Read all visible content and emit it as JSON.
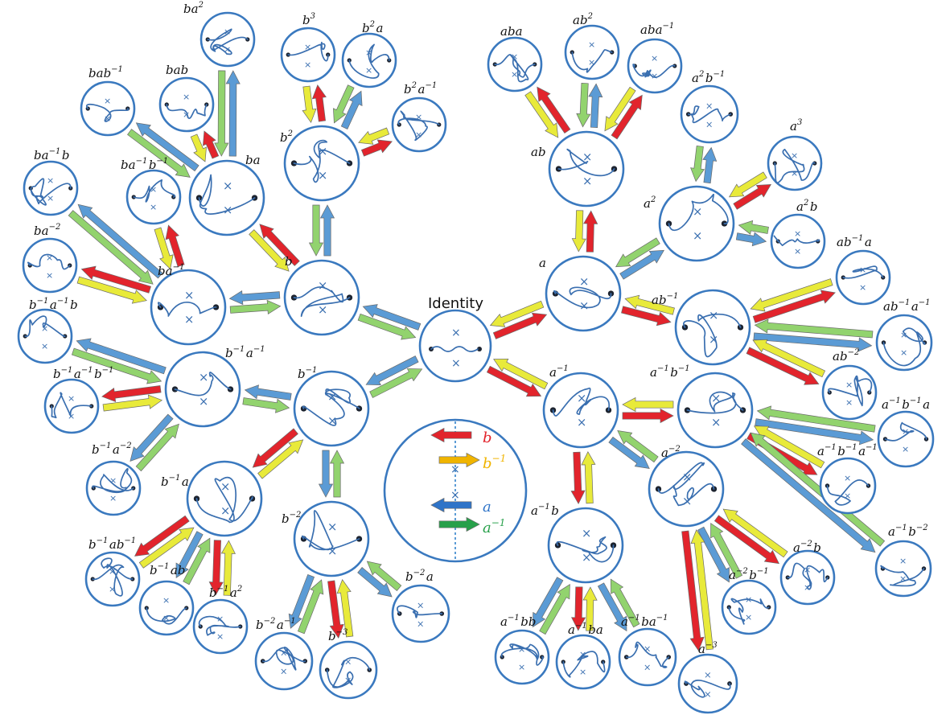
{
  "colors": {
    "circle": "#3a79bf",
    "path": "#3a6fb0",
    "red": "#e2242c",
    "yellow": "#e8ea3a",
    "blue": "#5b9bd5",
    "green": "#92d36e",
    "key_yellow": "#f0b400",
    "key_blue": "#2f74c8",
    "key_green": "#27a04a",
    "key_axis": "#5b9bd5"
  },
  "identity_label": "Identity",
  "legend": [
    {
      "label": "b",
      "sup": "",
      "color": "#e2242c"
    },
    {
      "label": "b",
      "sup": "−1",
      "color": "#f0b400"
    },
    {
      "label": "a",
      "sup": "",
      "color": "#2f74c8"
    },
    {
      "label": "a",
      "sup": "−1",
      "color": "#27a04a"
    }
  ],
  "nodes": [
    {
      "id": "identity",
      "label": "",
      "type": "identity"
    },
    {
      "id": "a",
      "label": "a",
      "type": "big"
    },
    {
      "id": "b",
      "label": "b",
      "type": "big"
    },
    {
      "id": "a_inv",
      "label": "a^{−1}",
      "type": "big"
    },
    {
      "id": "b_inv",
      "label": "b^{−1}",
      "type": "big"
    },
    {
      "id": "ab",
      "label": "ab",
      "type": "big"
    },
    {
      "id": "a2",
      "label": "a^{2}",
      "type": "big"
    },
    {
      "id": "ab_inv",
      "label": "ab^{−1}",
      "type": "big"
    },
    {
      "id": "b2",
      "label": "b^{2}",
      "type": "big"
    },
    {
      "id": "ba",
      "label": "ba",
      "type": "big"
    },
    {
      "id": "ba_inv",
      "label": "ba^{−1}",
      "type": "big"
    },
    {
      "id": "a_inv_b_inv",
      "label": "a^{−1}b^{−1}",
      "type": "big"
    },
    {
      "id": "a_inv2",
      "label": "a^{−2}",
      "type": "big"
    },
    {
      "id": "a_inv_b",
      "label": "a^{−1}b",
      "type": "big"
    },
    {
      "id": "b_inv_a_inv",
      "label": "b^{−1}a^{−1}",
      "type": "big"
    },
    {
      "id": "b_inv_a",
      "label": "b^{−1}a",
      "type": "big"
    },
    {
      "id": "b_inv2",
      "label": "b^{−2}",
      "type": "big"
    },
    {
      "id": "aba",
      "label": "aba",
      "type": "small"
    },
    {
      "id": "ab2",
      "label": "ab^{2}",
      "type": "small"
    },
    {
      "id": "aba_inv",
      "label": "aba^{−1}",
      "type": "small"
    },
    {
      "id": "a2b_inv",
      "label": "a^{2}b^{−1}",
      "type": "small"
    },
    {
      "id": "a3",
      "label": "a^{3}",
      "type": "small"
    },
    {
      "id": "a2b",
      "label": "a^{2}b",
      "type": "small"
    },
    {
      "id": "ab_inv_a",
      "label": "ab^{−1}a",
      "type": "small"
    },
    {
      "id": "ab_inv_a_inv",
      "label": "ab^{−1}a^{−1}",
      "type": "small"
    },
    {
      "id": "ab_inv2",
      "label": "ab^{−2}",
      "type": "small"
    },
    {
      "id": "a_inv_b_inv_a",
      "label": "a^{−1}b^{−1}a",
      "type": "small"
    },
    {
      "id": "a_inv_b_inv_a_inv",
      "label": "a^{−1}b^{−1}a^{−1}",
      "type": "small"
    },
    {
      "id": "a_inv_b_inv2",
      "label": "a^{−1}b^{−2}",
      "type": "small"
    },
    {
      "id": "a_inv2_b",
      "label": "a^{−2}b",
      "type": "small"
    },
    {
      "id": "a_inv2_b_inv",
      "label": "a^{−2}b^{−1}",
      "type": "small"
    },
    {
      "id": "a_inv3",
      "label": "a^{−3}",
      "type": "small"
    },
    {
      "id": "a_inv_ba_inv",
      "label": "a^{−1}ba^{−1}",
      "type": "small"
    },
    {
      "id": "a_inv_ba",
      "label": "a^{−1}ba",
      "type": "small"
    },
    {
      "id": "a_inv_bb",
      "label": "a^{−1}bb",
      "type": "small"
    },
    {
      "id": "b3",
      "label": "b^{3}",
      "type": "small"
    },
    {
      "id": "b2a",
      "label": "b^{2}a",
      "type": "small"
    },
    {
      "id": "b2a_inv",
      "label": "b^{2}a^{−1}",
      "type": "small"
    },
    {
      "id": "ba2",
      "label": "ba^{2}",
      "type": "small"
    },
    {
      "id": "bab",
      "label": "bab",
      "type": "small"
    },
    {
      "id": "bab_inv",
      "label": "bab^{−1}",
      "type": "small"
    },
    {
      "id": "ba_inv_b_inv",
      "label": "ba^{−1}b^{−1}",
      "type": "small"
    },
    {
      "id": "ba_inv_b",
      "label": "ba^{−1}b",
      "type": "small"
    },
    {
      "id": "ba_inv2",
      "label": "ba^{−2}",
      "type": "small"
    },
    {
      "id": "b_inv_a_inv_b",
      "label": "b^{−1}a^{−1}b",
      "type": "small"
    },
    {
      "id": "b_inv_a_inv_b_inv",
      "label": "b^{−1}a^{−1}b^{−1}",
      "type": "small"
    },
    {
      "id": "b_inv_a_inv2",
      "label": "b^{−1}a^{−2}",
      "type": "small"
    },
    {
      "id": "b_inv_ab_inv",
      "label": "b^{−1}ab^{−1}",
      "type": "small"
    },
    {
      "id": "b_inv_ab",
      "label": "b^{−1}ab",
      "type": "small"
    },
    {
      "id": "b_inv_a2",
      "label": "b^{−1}a^{2}",
      "type": "small"
    },
    {
      "id": "b_inv2_a_inv",
      "label": "b^{−2}a^{−1}",
      "type": "small"
    },
    {
      "id": "b_inv3",
      "label": "b^{−3}",
      "type": "small"
    },
    {
      "id": "b_inv2_a",
      "label": "b^{−2}a",
      "type": "small"
    }
  ],
  "edges": [
    [
      "identity",
      "a"
    ],
    [
      "identity",
      "b"
    ],
    [
      "identity",
      "a_inv"
    ],
    [
      "identity",
      "b_inv"
    ],
    [
      "a",
      "ab"
    ],
    [
      "a",
      "a2"
    ],
    [
      "a",
      "ab_inv"
    ],
    [
      "b",
      "b2"
    ],
    [
      "b",
      "ba"
    ],
    [
      "b",
      "ba_inv"
    ],
    [
      "a_inv",
      "a_inv_b_inv"
    ],
    [
      "a_inv",
      "a_inv2"
    ],
    [
      "a_inv",
      "a_inv_b"
    ],
    [
      "b_inv",
      "b_inv_a_inv"
    ],
    [
      "b_inv",
      "b_inv_a"
    ],
    [
      "b_inv",
      "b_inv2"
    ],
    [
      "ab",
      "aba"
    ],
    [
      "ab",
      "ab2"
    ],
    [
      "ab",
      "aba_inv"
    ],
    [
      "a2",
      "a2b_inv"
    ],
    [
      "a2",
      "a3"
    ],
    [
      "a2",
      "a2b"
    ],
    [
      "ab_inv",
      "ab_inv_a"
    ],
    [
      "ab_inv",
      "ab_inv_a_inv"
    ],
    [
      "ab_inv",
      "ab_inv2"
    ],
    [
      "a_inv_b_inv",
      "a_inv_b_inv_a"
    ],
    [
      "a_inv_b_inv",
      "a_inv_b_inv_a_inv"
    ],
    [
      "a_inv_b_inv",
      "a_inv_b_inv2"
    ],
    [
      "a_inv2",
      "a_inv2_b"
    ],
    [
      "a_inv2",
      "a_inv2_b_inv"
    ],
    [
      "a_inv2",
      "a_inv3"
    ],
    [
      "a_inv_b",
      "a_inv_ba_inv"
    ],
    [
      "a_inv_b",
      "a_inv_ba"
    ],
    [
      "a_inv_b",
      "a_inv_bb"
    ],
    [
      "b2",
      "b3"
    ],
    [
      "b2",
      "b2a"
    ],
    [
      "b2",
      "b2a_inv"
    ],
    [
      "ba",
      "ba2"
    ],
    [
      "ba",
      "bab"
    ],
    [
      "ba",
      "bab_inv"
    ],
    [
      "ba_inv",
      "ba_inv_b_inv"
    ],
    [
      "ba_inv",
      "ba_inv_b"
    ],
    [
      "ba_inv",
      "ba_inv2"
    ],
    [
      "b_inv_a_inv",
      "b_inv_a_inv_b"
    ],
    [
      "b_inv_a_inv",
      "b_inv_a_inv_b_inv"
    ],
    [
      "b_inv_a_inv",
      "b_inv_a_inv2"
    ],
    [
      "b_inv_a",
      "b_inv_ab_inv"
    ],
    [
      "b_inv_a",
      "b_inv_ab"
    ],
    [
      "b_inv_a",
      "b_inv_a2"
    ],
    [
      "b_inv2",
      "b_inv2_a_inv"
    ],
    [
      "b_inv2",
      "b_inv3"
    ],
    [
      "b_inv2",
      "b_inv2_a"
    ]
  ]
}
